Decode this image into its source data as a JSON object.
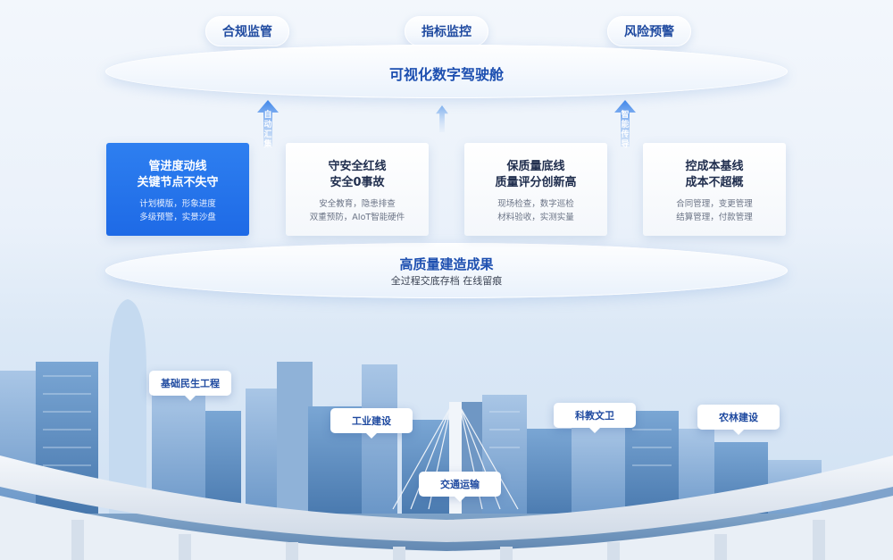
{
  "top_pills": [
    "合规监管",
    "指标监控",
    "风险预警"
  ],
  "cockpit_title": "可视化数字驾驶舱",
  "arrows": {
    "left": "自动汇集",
    "right": "智能传导"
  },
  "cards": [
    {
      "title1": "管进度动线",
      "title2": "关键节点不失守",
      "desc1": "计划模版，形象进度",
      "desc2": "多级预警，实景沙盘"
    },
    {
      "title1": "守安全红线",
      "title2": "安全0事故",
      "desc1": "安全教育，隐患排查",
      "desc2": "双重预防，AIoT智能硬件"
    },
    {
      "title1": "保质量底线",
      "title2": "质量评分创新高",
      "desc1": "现场检查，数字巡检",
      "desc2": "材料验收，实测实量"
    },
    {
      "title1": "控成本基线",
      "title2": "成本不超概",
      "desc1": "合同管理，变更管理",
      "desc2": "结算管理，付款管理"
    }
  ],
  "result_title": "高质量建造成果",
  "result_sub": "全过程交底存档  在线留痕",
  "tags": [
    "基础民生工程",
    "工业建设",
    "交通运输",
    "科教文卫",
    "农林建设"
  ],
  "colors": {
    "accent": "#1e6ae6",
    "title_blue": "#1d4fb0"
  }
}
